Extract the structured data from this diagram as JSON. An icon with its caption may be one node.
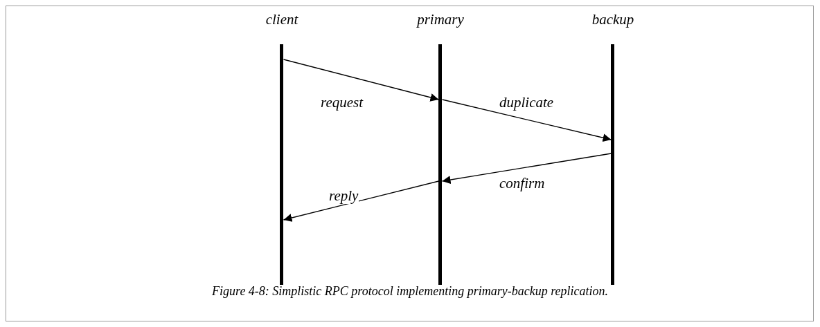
{
  "diagram": {
    "caption": "Figure 4-8: Simplistic RPC protocol implementing primary-backup replication.",
    "nodes": [
      {
        "text": [
          "client"
        ]
      },
      {
        "text": [
          "primary"
        ]
      },
      {
        "text": [
          "backup"
        ]
      }
    ],
    "edges": [
      {
        "from": 0,
        "to": 1,
        "arrow": "to",
        "label": "request"
      },
      {
        "from": 1,
        "to": 2,
        "arrow": "to",
        "label": "duplicate"
      },
      {
        "from": 2,
        "to": 1,
        "arrow": "to",
        "label": "confirm"
      },
      {
        "from": 1,
        "to": 0,
        "arrow": "to",
        "label": "reply"
      }
    ]
  }
}
